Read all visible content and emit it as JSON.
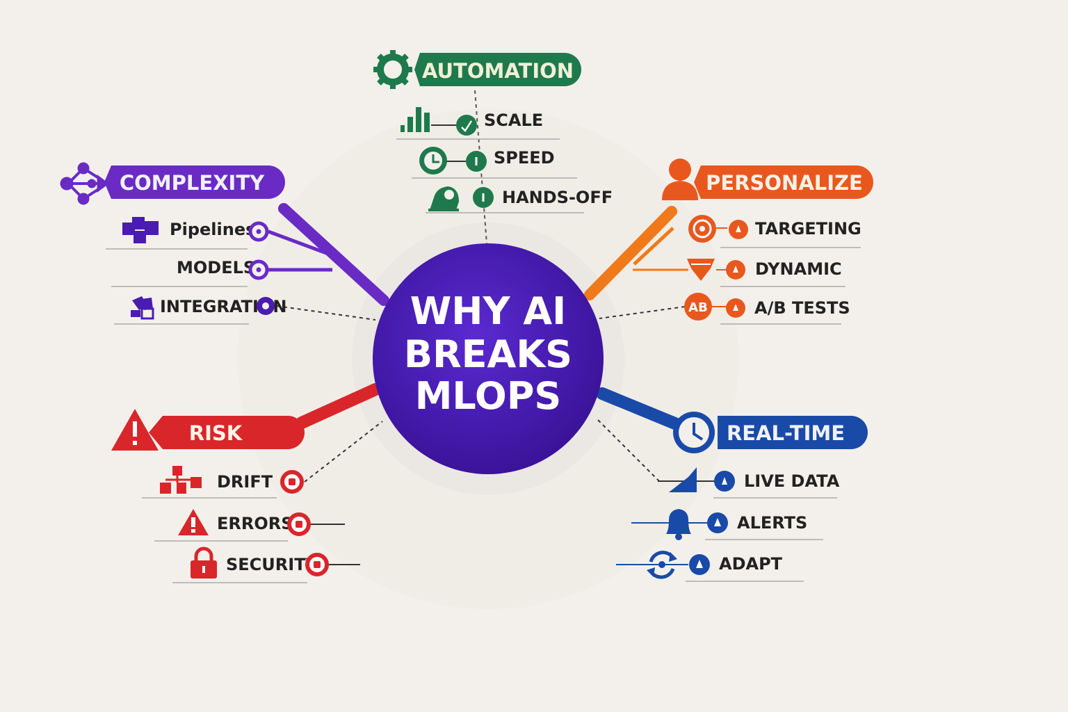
{
  "center": {
    "line1": "WHY AI",
    "line2": "BREAKS",
    "line3": "MLOPS",
    "color": "#4a1cb0"
  },
  "branches": {
    "automation": {
      "title": "AUTOMATION",
      "color": "#1e7a4c",
      "icon": "gear-icon",
      "items": [
        {
          "label": "SCALE",
          "icon": "bar-chart-icon"
        },
        {
          "label": "SPEED",
          "icon": "clock-icon"
        },
        {
          "label": "HANDS-OFF",
          "icon": "robot-icon"
        }
      ]
    },
    "complexity": {
      "title": "COMPLEXITY",
      "color": "#6a2bc4",
      "icon": "network-icon",
      "items": [
        {
          "label": "Pipelines",
          "icon": "blocks-icon"
        },
        {
          "label": "MODELS",
          "icon": ""
        },
        {
          "label": "INTEGRATION",
          "icon": "puzzle-icon"
        }
      ]
    },
    "personalize": {
      "title": "PERSONALIZE",
      "color": "#e8581e",
      "icon": "user-icon",
      "items": [
        {
          "label": "TARGETING",
          "icon": "target-gear-icon"
        },
        {
          "label": "DYNAMIC",
          "icon": "gem-icon"
        },
        {
          "label": "A/B TESTS",
          "icon": "ab-icon",
          "icon_text": "AB"
        }
      ]
    },
    "risk": {
      "title": "RISK",
      "color": "#d9262b",
      "icon": "warning-icon",
      "items": [
        {
          "label": "DRIFT",
          "icon": "hierarchy-icon"
        },
        {
          "label": "ERRORS",
          "icon": "warning-icon"
        },
        {
          "label": "SECURITY",
          "icon": "lock-icon"
        }
      ]
    },
    "realtime": {
      "title": "REAL-TIME",
      "color": "#1a4aa8",
      "icon": "clock-icon",
      "items": [
        {
          "label": "LIVE DATA",
          "icon": "area-chart-icon"
        },
        {
          "label": "ALERTS",
          "icon": "bell-icon"
        },
        {
          "label": "ADAPT",
          "icon": "refresh-icon"
        }
      ]
    }
  }
}
